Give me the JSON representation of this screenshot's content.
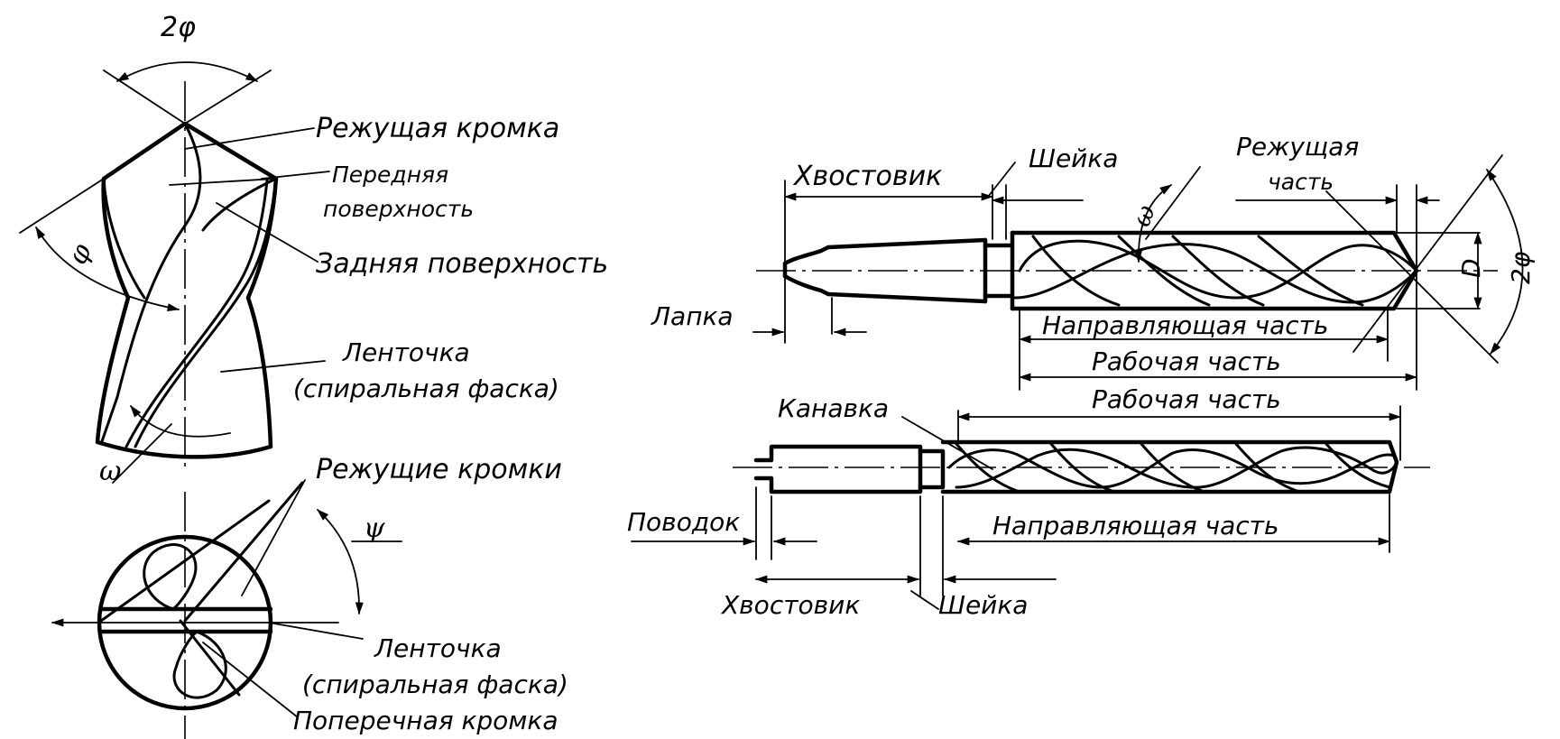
{
  "side_view": {
    "label_2phi": "2φ",
    "label_cutting_edge": "Режущая кромка",
    "label_rake_face_1": "Передняя",
    "label_rake_face_2": "поверхность",
    "label_flank_face": "Задняя поверхность",
    "label_margin_1": "Ленточка",
    "label_margin_2": "(спиральная фаска)",
    "label_phi": "φ",
    "label_omega": "ω"
  },
  "end_view": {
    "label_cutting_edges": "Режущие кромки",
    "label_psi": "ψ",
    "label_margin_1": "Ленточка",
    "label_margin_2": "(спиральная фаска)",
    "label_chisel_edge": "Поперечная кромка"
  },
  "taper_drill": {
    "label_shank": "Хвостовик",
    "label_neck": "Шейка",
    "label_cutting_part_1": "Режущая",
    "label_cutting_part_2": "часть",
    "label_omega": "ω",
    "label_D": "D",
    "label_2phi": "2φ",
    "label_tang": "Лапка",
    "label_guide_part": "Направляющая часть",
    "label_working_part": "Рабочая часть"
  },
  "straight_drill": {
    "label_flute": "Канавка",
    "label_working_part": "Рабочая часть",
    "label_driver": "Поводок",
    "label_guide_part": "Направляющая часть",
    "label_shank": "Хвостовик",
    "label_neck": "Шейка"
  }
}
